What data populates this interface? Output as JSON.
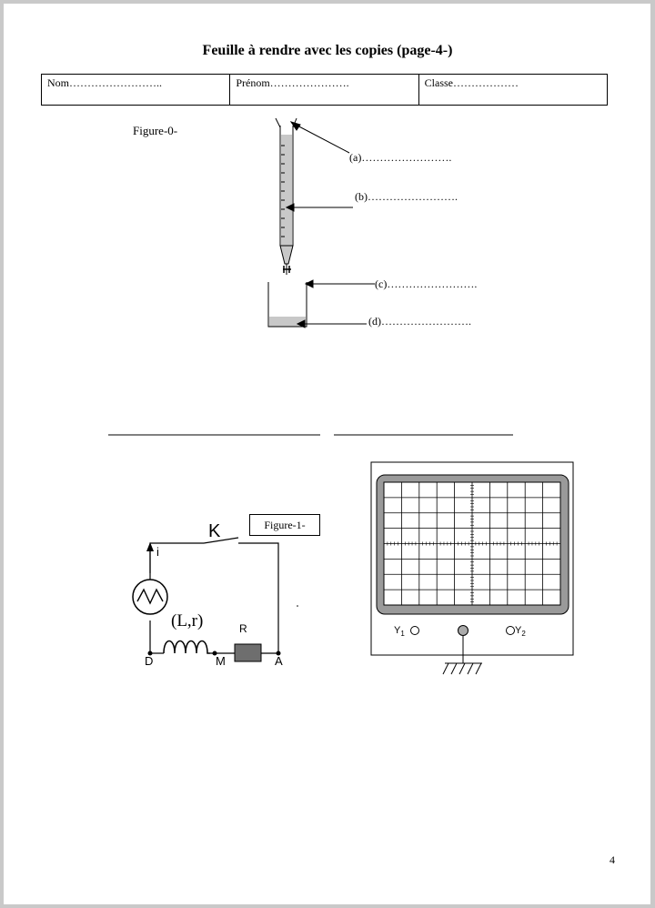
{
  "header": {
    "title": "Feuille à rendre avec les copies (page-4-)"
  },
  "student_info": {
    "nom": "Nom……………………..",
    "prenom": "Prénom………………….",
    "classe": "Classe………………"
  },
  "figure0": {
    "caption": "Figure-0-",
    "labels": {
      "a": "(a)…………………….",
      "b": "(b)…………………….",
      "c": "(c)…………………….",
      "d": "(d)……………………."
    }
  },
  "figure1": {
    "caption": "Figure-1-",
    "switch_label": "K",
    "current_label": "i",
    "coil_label": "(L,r)",
    "resistor_label": "R",
    "node_d": "D",
    "node_m": "M",
    "node_a": "A"
  },
  "oscilloscope": {
    "channel1": "Y",
    "channel1_sub": "1",
    "channel2": "Y",
    "channel2_sub": "2"
  },
  "footer": {
    "page_number": "4"
  }
}
